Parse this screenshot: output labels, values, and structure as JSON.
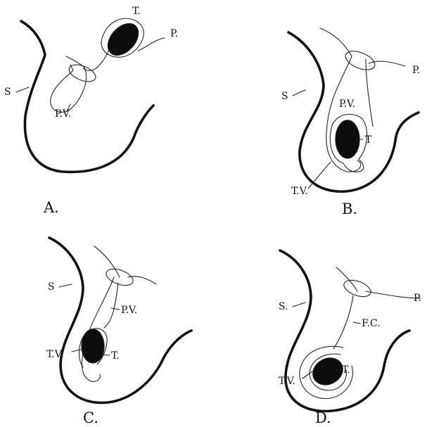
{
  "panels": {
    "A": {
      "caption": "A.",
      "labels": {
        "s": "S",
        "t": "T.",
        "p": "P.",
        "pv": "P.V."
      }
    },
    "B": {
      "caption": "B.",
      "labels": {
        "s": "S",
        "p": "P.",
        "pv": "P.V.",
        "t": "T",
        "tv": "T.V."
      }
    },
    "C": {
      "caption": "C.",
      "labels": {
        "s": "S",
        "pv": "P.V.",
        "tv": "T.V.",
        "t": "T."
      }
    },
    "D": {
      "caption": "D.",
      "labels": {
        "s": "S.",
        "p": "P.",
        "fc": "F.C.",
        "tv": "T.V.",
        "t": "T."
      }
    }
  }
}
